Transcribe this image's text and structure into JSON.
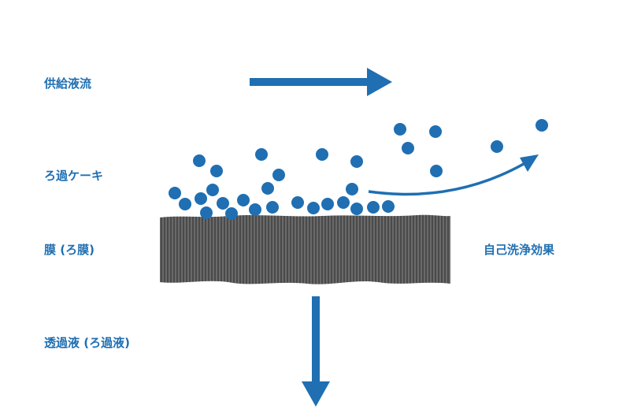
{
  "labels": {
    "feed_flow": "供給液流",
    "filter_cake": "ろ過ケーキ",
    "membrane": "膜 (ろ膜)",
    "permeate": "透過液 (ろ過液)",
    "self_cleaning": "自己洗浄効果"
  },
  "colors": {
    "accent_blue": "#1f6fb2",
    "membrane_gray": "#4a4a4a",
    "membrane_stripe": "#8a8a8a",
    "text_blue": "#1f6fb2"
  },
  "icons": {
    "feed_arrow": "arrow-right-icon",
    "permeate_arrow": "arrow-down-icon",
    "self_clean_arrow": "curved-arrow-icon"
  }
}
